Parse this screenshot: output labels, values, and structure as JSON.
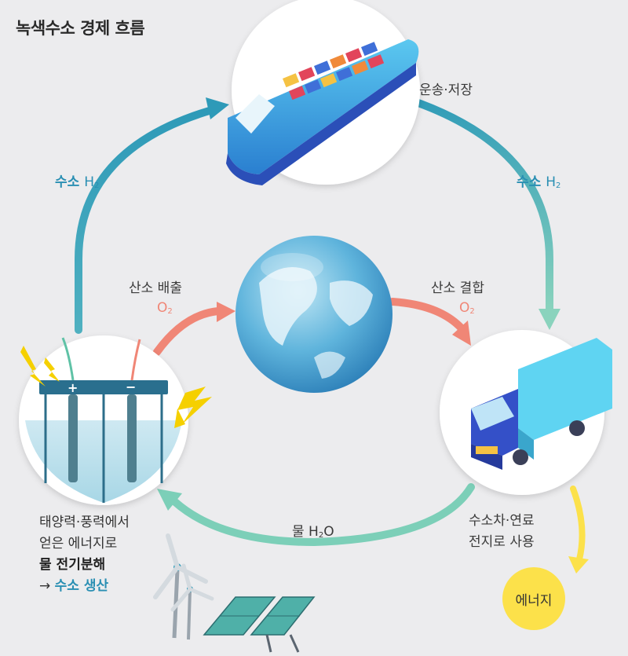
{
  "title": "녹색수소 경제 흐름",
  "labels": {
    "transport": "운송·저장",
    "hydrogen_left": "수소",
    "hydrogen_right": "수소",
    "h2": "H2",
    "o2_emit": "산소 배출",
    "o2_bind": "산소 결합",
    "o2": "O2",
    "water": "물",
    "h2o": "H2O",
    "usage_line1": "수소차·연료",
    "usage_line2": "전지로 사용",
    "energy": "에너지",
    "prod_line1": "태양력·풍력에서",
    "prod_line2": "얻은 에너지로",
    "prod_line3": "물 전기분해",
    "prod_arrow": "→",
    "prod_line4": "수소 생산",
    "plus": "+",
    "minus": "−"
  },
  "colors": {
    "background": "#ececee",
    "hydrogen_arrow": "#2e9ab8",
    "water_arrow": "#7ccfb8",
    "oxygen_arrow": "#f08676",
    "energy_yellow": "#fce14a",
    "hydrogen_text": "#2a8fb3"
  },
  "icons": [
    "cargo-ship-icon",
    "earth-globe-icon",
    "truck-icon",
    "electrolysis-cell-icon",
    "lightning-icon",
    "wind-turbine-icon",
    "solar-panel-icon"
  ]
}
